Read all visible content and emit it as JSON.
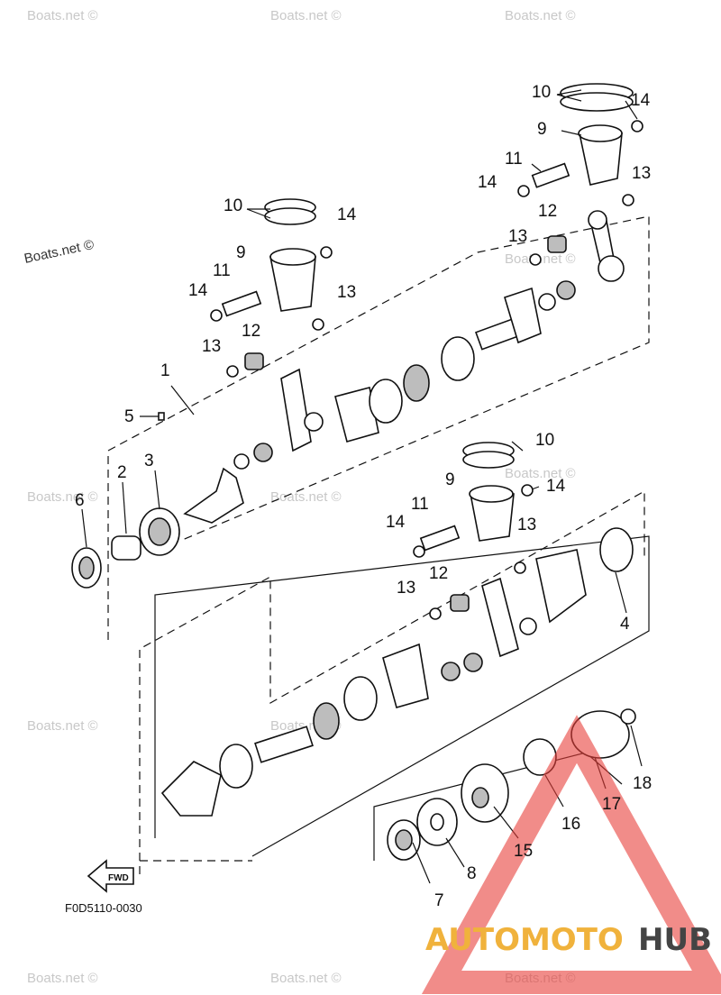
{
  "watermark": "Boats.net ©",
  "figure_code": "F0D5110-0030",
  "fwd_label": "FWD",
  "brand": {
    "part1": "AUTOMOTO",
    "part2": "HUB",
    "color1": "#f0b23c",
    "color2": "#444444",
    "logo_color": "#e8403a"
  },
  "callouts": {
    "c1": "1",
    "c2": "2",
    "c3": "3",
    "c4": "4",
    "c5": "5",
    "c6": "6",
    "c7": "7",
    "c8": "8",
    "c9a": "9",
    "c9b": "9",
    "c9c": "9",
    "c10a": "10",
    "c10b": "10",
    "c10c": "10",
    "c11a": "11",
    "c11b": "11",
    "c11c": "11",
    "c12a": "12",
    "c12b": "12",
    "c12c": "12",
    "c13a": "13",
    "c13b": "13",
    "c13c": "13",
    "c13d": "13",
    "c13e": "13",
    "c13f": "13",
    "c14a": "14",
    "c14b": "14",
    "c14c": "14",
    "c14d": "14",
    "c14e": "14",
    "c14f": "14",
    "c15": "15",
    "c16": "16",
    "c17": "17",
    "c18": "18"
  }
}
